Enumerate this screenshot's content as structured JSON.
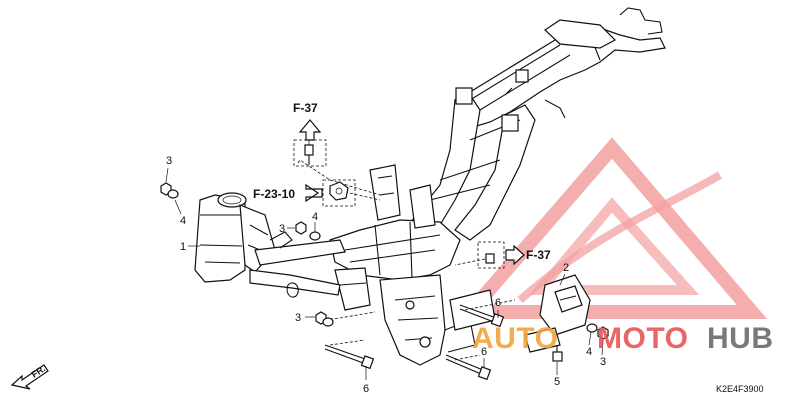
{
  "diagram": {
    "references": {
      "f37_top": "F-37",
      "f23_10": "F-23-10",
      "f37_right": "F-37"
    },
    "callouts": {
      "c1": "1",
      "c2": "2",
      "c3_left": "3",
      "c4_left": "4",
      "c3_mid": "3",
      "c4_mid": "4",
      "c3_lower": "3",
      "c6_a": "6",
      "c6_b": "6",
      "c6_c": "6",
      "c4_right": "4",
      "c3_right": "3",
      "c5": "5"
    },
    "direction": "FR.",
    "diagram_code": "K2E4F3900"
  },
  "watermark": {
    "part1": "AUTO",
    "part2": "MOTO",
    "part3": "HUB",
    "colors": {
      "red": "#e85555",
      "orange": "#f2a43a",
      "gray": "#6b6b6b",
      "triangle": "#f3a0a0"
    }
  }
}
